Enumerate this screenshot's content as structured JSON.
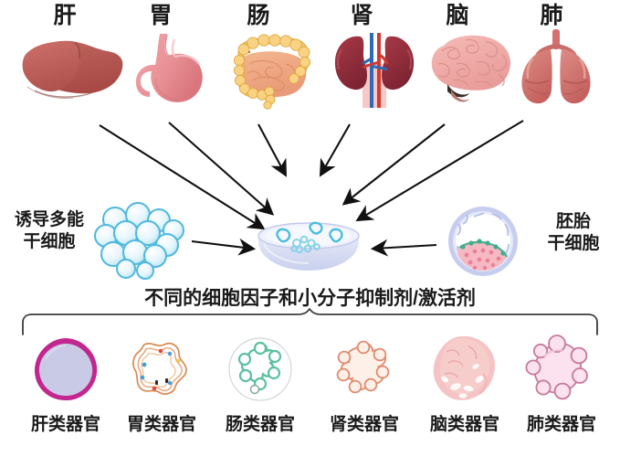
{
  "diagram": {
    "title_organs": [
      "肝",
      "胃",
      "肠",
      "肾",
      "脑",
      "肺"
    ],
    "organ_icons": [
      "liver-icon",
      "stomach-icon",
      "intestine-icon",
      "kidney-icon",
      "brain-icon",
      "lung-icon"
    ],
    "stem_cells": {
      "left": {
        "label_line1": "诱导多能",
        "label_line2": "干细胞",
        "icon": "ipsc-cell-cluster-icon"
      },
      "right": {
        "label_line1": "胚胎",
        "label_line2": "干细胞",
        "icon": "blastocyst-icon"
      }
    },
    "culture": {
      "icon": "petri-dish-icon"
    },
    "factors_text": "不同的细胞因子和小分子抑制剂/激活剂",
    "organoids": [
      {
        "label": "肝类器官",
        "icon": "liver-organoid-icon",
        "ring": "#c2268f",
        "fill": "#c9cbe6"
      },
      {
        "label": "胃类器官",
        "icon": "stomach-organoid-icon",
        "ring": "#d98a52",
        "fill": "#ffffff"
      },
      {
        "label": "肠类器官",
        "icon": "intestine-organoid-icon",
        "ring": "#5cc0a0",
        "fill": "#ffffff"
      },
      {
        "label": "肾类器官",
        "icon": "kidney-organoid-icon",
        "ring": "#e08a6e",
        "fill": "#fdf0e8"
      },
      {
        "label": "脑类器官",
        "icon": "brain-organoid-icon",
        "ring": "#f0a0a8",
        "fill": "#f6c3c4"
      },
      {
        "label": "肺类器官",
        "icon": "lung-organoid-icon",
        "ring": "#c9789c",
        "fill": "#fbe2ee"
      }
    ],
    "colors": {
      "arrow": "#111111",
      "brace": "#3b3b3b",
      "liver": "#c0615c",
      "stomach": "#e79a9e",
      "intestine": "#f4c25e",
      "kidney": "#9b3040",
      "brain": "#f0aeae",
      "lung": "#d4706d",
      "stem_cyan": "#4fb8dd",
      "dish": "#cfd4ee"
    }
  }
}
